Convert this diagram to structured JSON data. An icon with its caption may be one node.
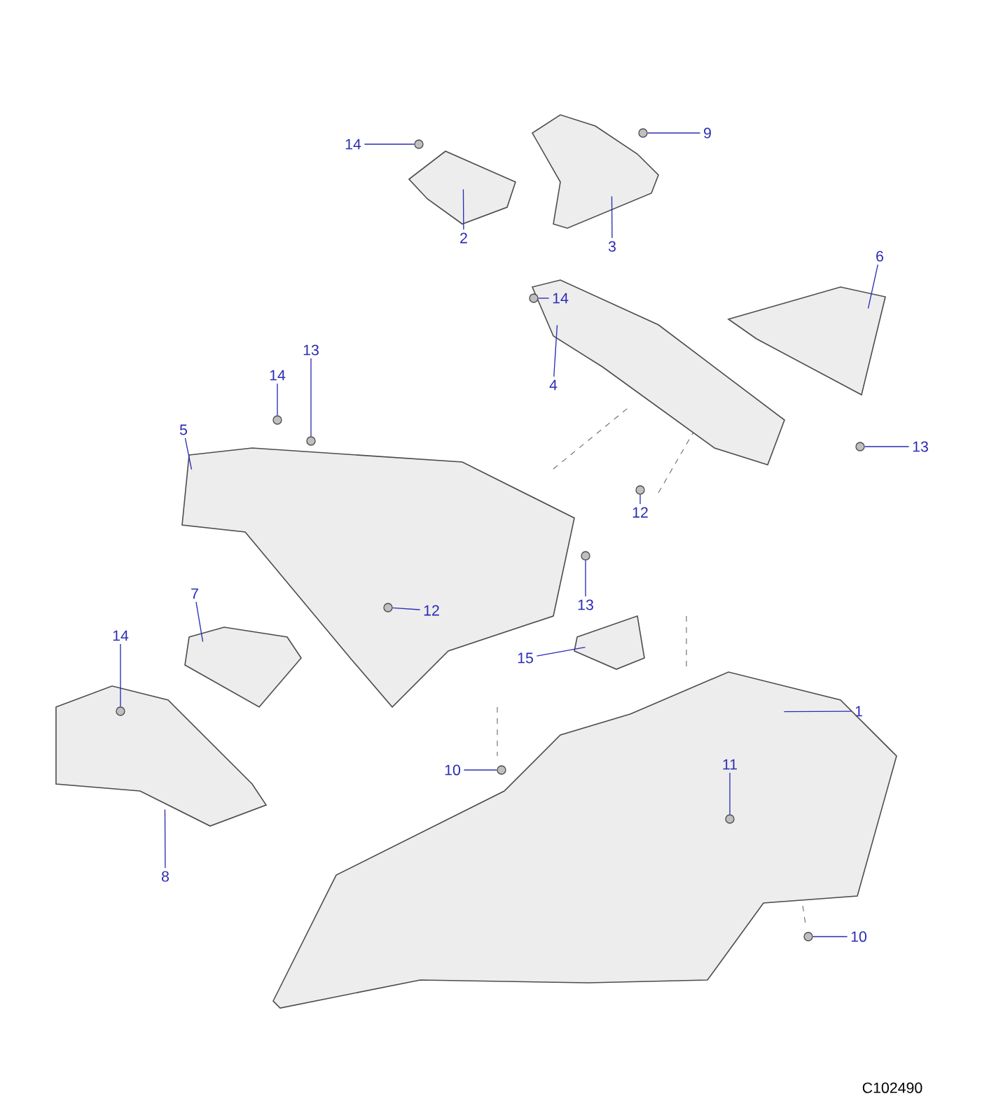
{
  "diagram": {
    "nodes": [
      {
        "text": [
          "14"
        ]
      },
      {
        "text": [
          "9"
        ]
      },
      {
        "text": [
          "2"
        ]
      },
      {
        "text": [
          "3"
        ]
      },
      {
        "text": [
          "6"
        ]
      },
      {
        "text": [
          "14"
        ],
        "in": 24
      },
      {
        "text": [
          "4"
        ]
      },
      {
        "text": [
          "13"
        ]
      },
      {
        "text": [
          "14"
        ]
      },
      {
        "text": [
          "5"
        ]
      },
      {
        "text": [
          "13"
        ]
      },
      {
        "text": [
          "12"
        ]
      },
      {
        "text": [
          "7"
        ]
      },
      {
        "text": [
          "12"
        ],
        "in": 26
      },
      {
        "text": [
          "13"
        ]
      },
      {
        "text": [
          "15"
        ]
      },
      {
        "text": [
          "14"
        ]
      },
      {
        "text": [
          "1"
        ]
      },
      {
        "text": [
          "10"
        ]
      },
      {
        "text": [
          "11"
        ],
        "in": 30
      },
      {
        "text": [
          "8"
        ]
      },
      {
        "text": [
          "10"
        ]
      },
      {
        "text": [],
        "shape": "picture"
      },
      {
        "text": [],
        "shape": "picture"
      },
      {
        "text": [],
        "shape": "picture"
      },
      {
        "text": [],
        "shape": "picture"
      },
      {
        "text": [],
        "shape": "picture"
      },
      {
        "text": [],
        "shape": "picture"
      },
      {
        "text": [],
        "shape": "picture"
      },
      {
        "text": [],
        "shape": "picture"
      },
      {
        "text": [],
        "shape": "picture"
      },
      {
        "text": [],
        "shape": "circle"
      },
      {
        "text": [],
        "shape": "circle"
      },
      {
        "text": [],
        "shape": "circle",
        "in": 24
      },
      {
        "text": [],
        "shape": "circle"
      },
      {
        "text": [],
        "shape": "circle"
      },
      {
        "text": [],
        "shape": "circle"
      },
      {
        "text": [],
        "shape": "circle"
      },
      {
        "text": [],
        "shape": "circle",
        "in": 26
      },
      {
        "text": [],
        "shape": "circle"
      },
      {
        "text": [],
        "shape": "circle",
        "in": 28
      },
      {
        "text": [],
        "shape": "circle"
      },
      {
        "text": [],
        "shape": "circle",
        "in": 30
      },
      {
        "text": [],
        "shape": "circle"
      }
    ],
    "edges": [
      {
        "from": 0,
        "to": 31,
        "arrow": "none"
      },
      {
        "from": 1,
        "to": 32,
        "arrow": "none"
      },
      {
        "from": 2,
        "to": 22,
        "arrow": "none"
      },
      {
        "from": 3,
        "to": 23,
        "arrow": "none"
      },
      {
        "from": 4,
        "to": 25,
        "arrow": "none"
      },
      {
        "from": 5,
        "to": 33,
        "arrow": "none"
      },
      {
        "from": 6,
        "to": 24,
        "arrow": "none"
      },
      {
        "from": 7,
        "to": 34,
        "arrow": "none"
      },
      {
        "from": 8,
        "to": 35,
        "arrow": "none"
      },
      {
        "from": 9,
        "to": 26,
        "arrow": "none"
      },
      {
        "from": 10,
        "to": 36,
        "arrow": "none"
      },
      {
        "from": 11,
        "to": 37,
        "arrow": "none"
      },
      {
        "from": 12,
        "to": 27,
        "arrow": "none"
      },
      {
        "from": 13,
        "to": 38,
        "arrow": "none"
      },
      {
        "from": 14,
        "to": 39,
        "arrow": "none"
      },
      {
        "from": 15,
        "to": 29,
        "arrow": "none"
      },
      {
        "from": 16,
        "to": 40,
        "arrow": "none"
      },
      {
        "from": 17,
        "to": 30,
        "arrow": "none"
      },
      {
        "from": 18,
        "to": 41,
        "arrow": "none"
      },
      {
        "from": 19,
        "to": 42,
        "arrow": "none"
      },
      {
        "from": 20,
        "to": 28,
        "arrow": "none"
      },
      {
        "from": 21,
        "to": 43,
        "arrow": "none"
      }
    ],
    "labels": [
      "C102490"
    ]
  }
}
